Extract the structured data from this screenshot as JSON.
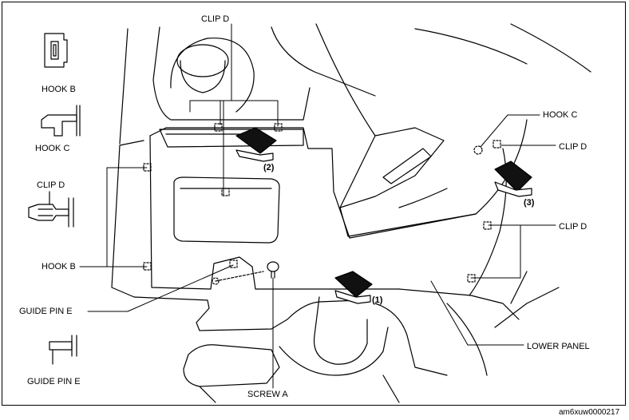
{
  "legend": {
    "hook_b": "HOOK B",
    "hook_c": "HOOK C",
    "clip_d": "CLIP D",
    "guide_pin_e": "GUIDE PIN E"
  },
  "callouts": {
    "clip_d_top": "CLIP D",
    "hook_c_right": "HOOK C",
    "clip_d_right_upper": "CLIP D",
    "clip_d_right_lower": "CLIP D",
    "hook_b_left": "HOOK B",
    "guide_pin_e_left": "GUIDE PIN E",
    "screw_a": "SCREW A",
    "lower_panel": "LOWER PANEL"
  },
  "steps": {
    "step1": "(1)",
    "step2": "(2)",
    "step3": "(3)"
  },
  "doc_id": "am6xuw0000217"
}
